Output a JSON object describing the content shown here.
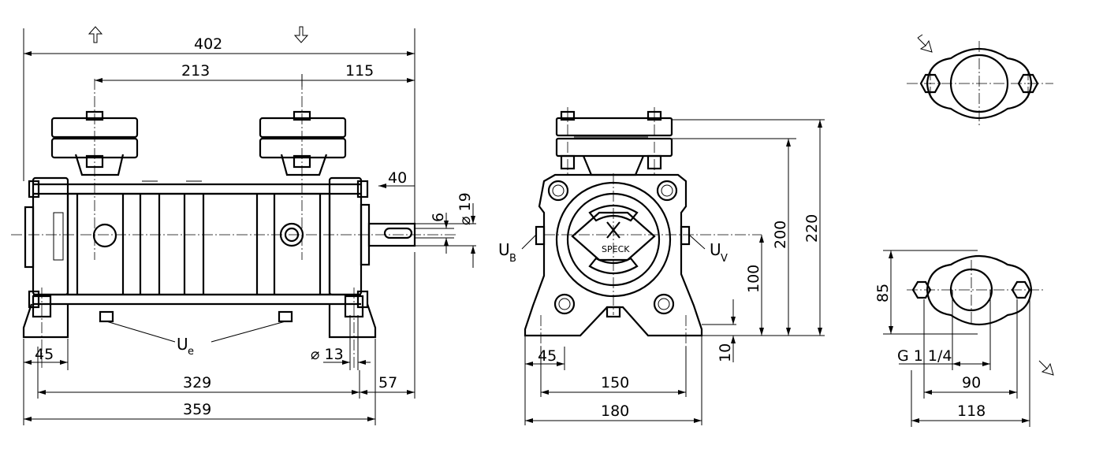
{
  "dimensions": {
    "side_overall_length": "402",
    "side_flange_spacing": "213",
    "side_flange_to_end": "115",
    "side_shaft_protrusion": "40",
    "shaft_key_width": "6",
    "shaft_diameter": "⌀ 19",
    "side_foot_offset": "45",
    "foot_hole_diameter": "⌀ 13",
    "side_foot_spacing": "329",
    "side_shaft_end": "57",
    "side_base_length": "359",
    "front_shaft_height": "200",
    "front_total_height": "220",
    "front_center_height": "100",
    "front_foot_thickness": "10",
    "front_foot_offset": "45",
    "front_foot_spacing": "150",
    "front_base_width": "180",
    "flange_height": "85",
    "flange_thread": "G 1 1/4",
    "flange_bolt_spacing": "90",
    "flange_width": "118"
  },
  "labels": {
    "ue_main": "U",
    "ue_sub": "e",
    "ub_main": "U",
    "ub_sub": "B",
    "uv_main": "U",
    "uv_sub": "V",
    "brand": "SPECK"
  },
  "icons": [
    "arrow-up-icon",
    "arrow-down-icon",
    "arrow-diagonal-in-icon",
    "arrow-diagonal-out-icon"
  ],
  "colors": {
    "line": "#000000",
    "background": "#ffffff"
  }
}
